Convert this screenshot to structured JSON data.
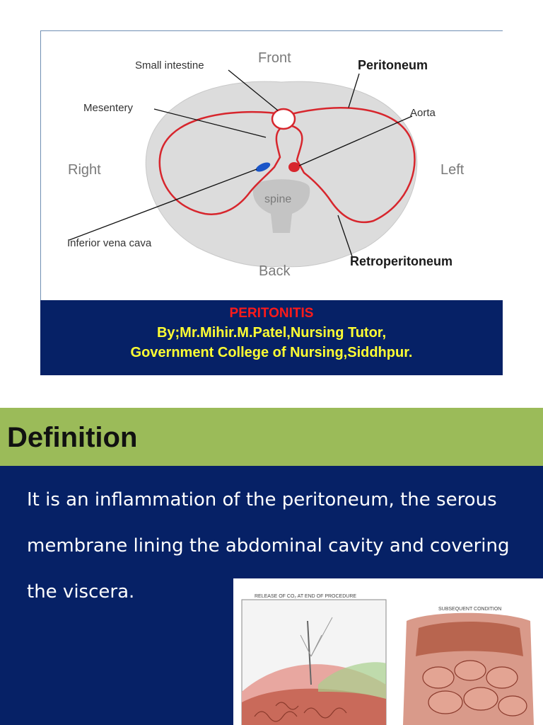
{
  "slide1": {
    "diagram": {
      "labels": {
        "front": "Front",
        "back": "Back",
        "right": "Right",
        "left": "Left",
        "spine": "spine",
        "small_intestine": "Small intestine",
        "mesentery": "Mesentery",
        "peritoneum": "Peritoneum",
        "aorta": "Aorta",
        "inferior_vena_cava": "Inferior vena cava",
        "retroperitoneum": "Retroperitoneum"
      },
      "colors": {
        "body": "#dcdcdc",
        "peritoneum_line": "#d7262d",
        "aorta": "#d7262d",
        "vena_cava": "#1a55c8"
      }
    },
    "banner": {
      "title": "PERITONITIS",
      "author": "By;Mr.Mihir.M.Patel,Nursing Tutor,",
      "institution": "Government College of Nursing,Siddhpur."
    }
  },
  "slide2": {
    "heading": "Definition",
    "definition": "It is an inflammation of the peritoneum, the serous membrane lining the abdominal cavity and covering the viscera.",
    "illustration": {
      "left_caption": "RELEASE OF CO₂ AT END OF PROCEDURE",
      "right_caption": "SUBSEQUENT CONDITION"
    }
  }
}
